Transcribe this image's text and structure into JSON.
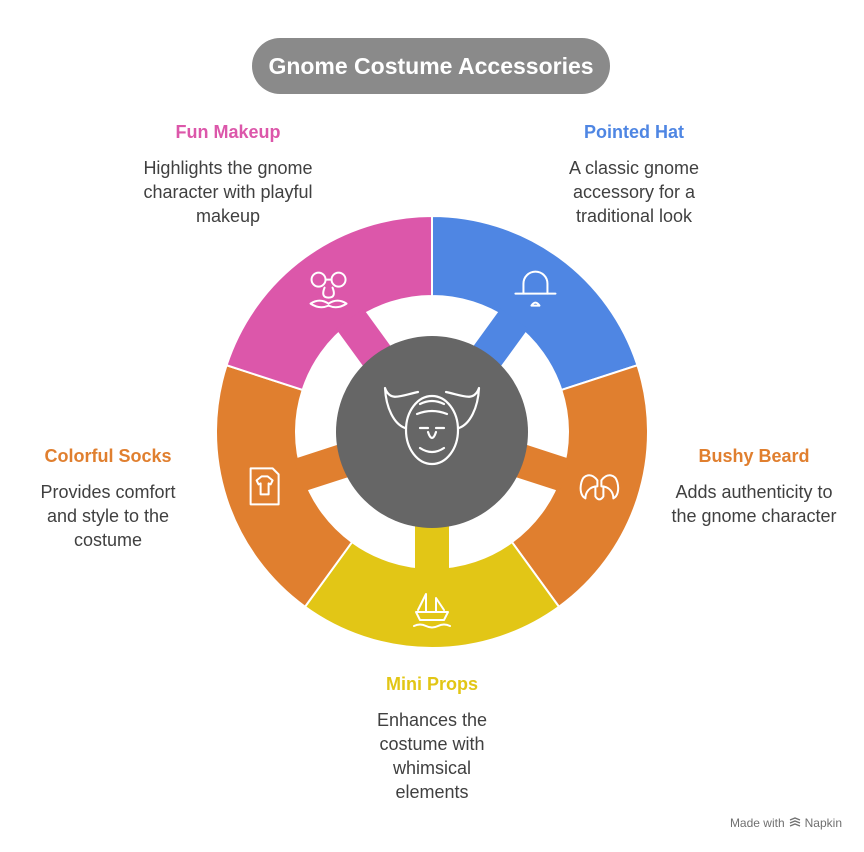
{
  "title": "Gnome Costume Accessories",
  "center_icon": "gnome-face-icon",
  "segments": [
    {
      "key": "pointed-hat",
      "title": "Pointed Hat",
      "description": "A classic gnome accessory for a traditional look",
      "color": "#4f86e3",
      "icon": "hat-icon"
    },
    {
      "key": "bushy-beard",
      "title": "Bushy Beard",
      "description": "Adds authenticity to the gnome character",
      "color": "#e07f2f",
      "icon": "mustache-icon"
    },
    {
      "key": "mini-props",
      "title": "Mini Props",
      "description": "Enhances the costume with whimsical elements",
      "color": "#e2c616",
      "icon": "ship-icon"
    },
    {
      "key": "colorful-socks",
      "title": "Colorful Socks",
      "description": "Provides comfort and style to the costume",
      "color": "#e07f2f",
      "icon": "shirt-icon"
    },
    {
      "key": "fun-makeup",
      "title": "Fun Makeup",
      "description": "Highlights the gnome character with playful makeup",
      "color": "#dc57aa",
      "icon": "glasses-nose-icon"
    }
  ],
  "footer": {
    "made_with": "Made with",
    "brand": "Napkin"
  }
}
